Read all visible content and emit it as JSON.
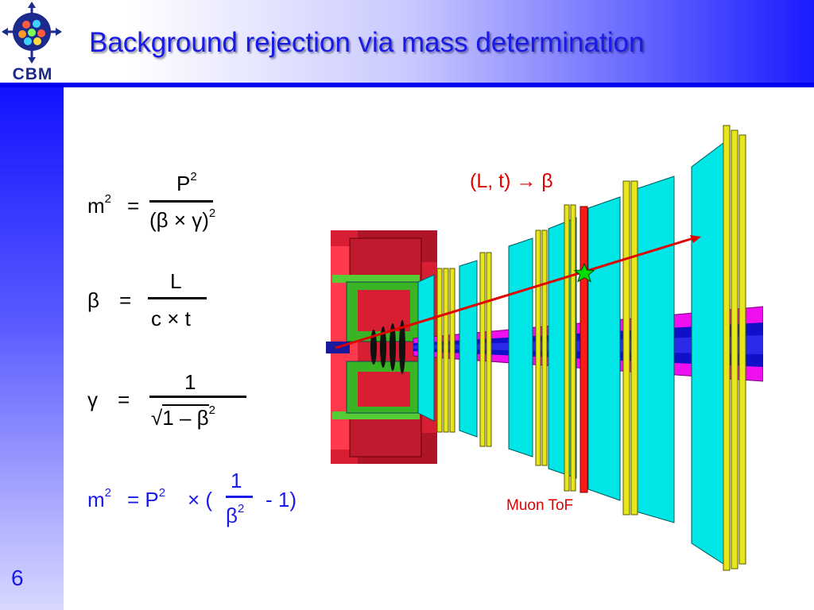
{
  "slide": {
    "title": "Background rejection via mass determination",
    "number": "6",
    "logo_text": "CBM"
  },
  "equations": {
    "mass": {
      "lhs": "m",
      "lhs_exp": "2",
      "eq": "=",
      "num": "P",
      "num_exp": "2",
      "den": "(β × γ)",
      "den_exp": "2"
    },
    "beta": {
      "lhs": "β",
      "eq": "=",
      "num": "L",
      "den": "c × t"
    },
    "gamma": {
      "lhs": "γ",
      "eq": "=",
      "num": "1",
      "den_root": "√",
      "den": "1 – β",
      "den_exp": "2"
    },
    "final": {
      "lhs": "m",
      "lhs_exp": "2",
      "eq": "= P",
      "p_exp": "2",
      "times": "× (",
      "frac_num": "1",
      "frac_den": "β",
      "frac_den_exp": "2",
      "tail": "- 1)"
    }
  },
  "figure": {
    "track_label": "(L, t) → β",
    "muon_tof_label": "Muon ToF",
    "colors": {
      "title": "#1a1ae6",
      "track": "#e00000",
      "magnet": "#e8283c",
      "station": "#00e5e5",
      "absorber": "#e6e61a",
      "beampipe": "#ff00ff",
      "star": "#00dd00"
    }
  }
}
